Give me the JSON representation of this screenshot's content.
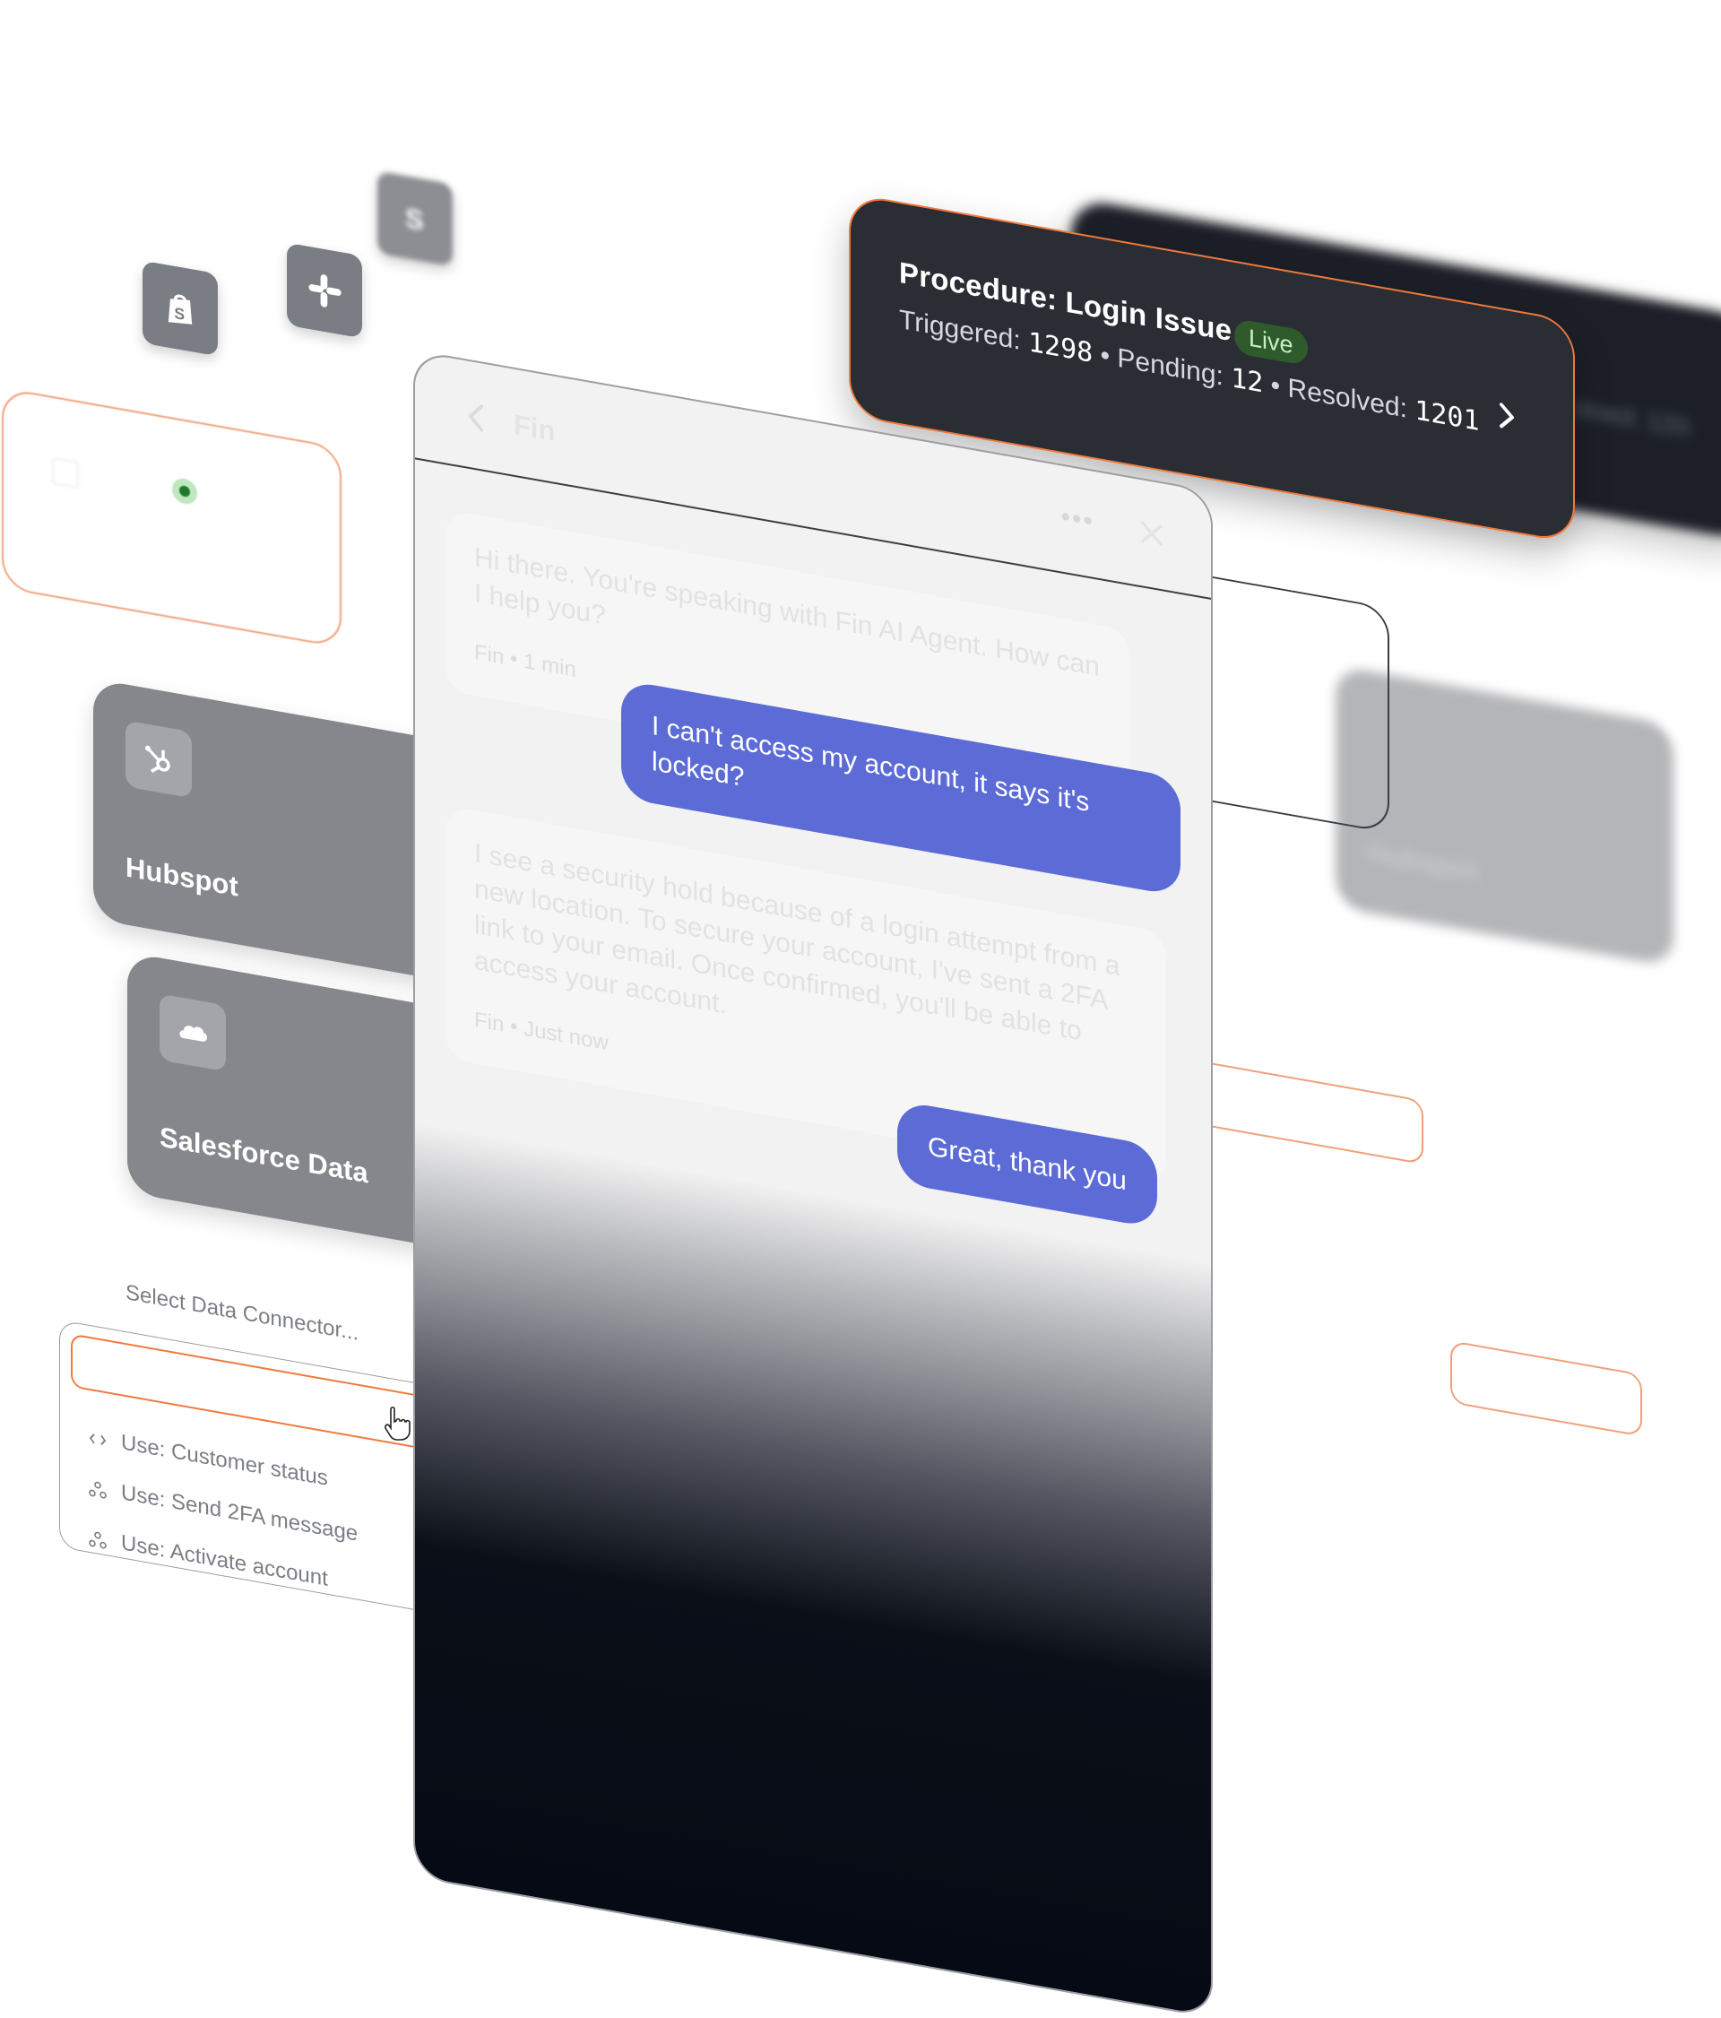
{
  "apps": {
    "shopify_icon": "shopify-icon",
    "slack_icon": "slack-icon",
    "stripe_icon": "stripe-icon"
  },
  "procedure": {
    "title": "Procedure: Login Issue",
    "badge": "Live",
    "triggered_label": "Triggered:",
    "triggered": "1298",
    "pending_label": "Pending:",
    "pending": "12",
    "resolved_label": "Resolved:",
    "resolved": "1201",
    "separator": "•"
  },
  "procedure_back": {
    "stats_fragment": "olved: 120"
  },
  "connectors": {
    "hubspot_label": "Hubspot",
    "salesforce_label": "Salesforce Data",
    "right_card_label": "Hubspot"
  },
  "dropdown": {
    "placeholder": "Select Data Connector...",
    "items": [
      "Use: Customer status",
      "Use: Send 2FA message",
      "Use: Activate account"
    ]
  },
  "chat": {
    "title": "Fin",
    "more": "•••",
    "messages": {
      "bot_1": "Hi there. You're speaking with Fin AI Agent. How can I help you?",
      "bot_1_meta": "Fin • 1 min",
      "user_1": "I can't access my account, it says it's locked?",
      "bot_2": "I see a security hold because of a login attempt from a new location. To secure your account, I've sent a 2FA link to your email. Once confirmed, you'll be able to access your account.",
      "bot_2_meta": "Fin • Just now",
      "user_2": "Great, thank you"
    }
  },
  "colors": {
    "accent_orange": "#ef7a3c",
    "user_bubble": "#5c6bd5",
    "live_badge_bg": "#2f5a2c",
    "card_dark": "#2a2d34",
    "connector_card": "#85878d"
  }
}
